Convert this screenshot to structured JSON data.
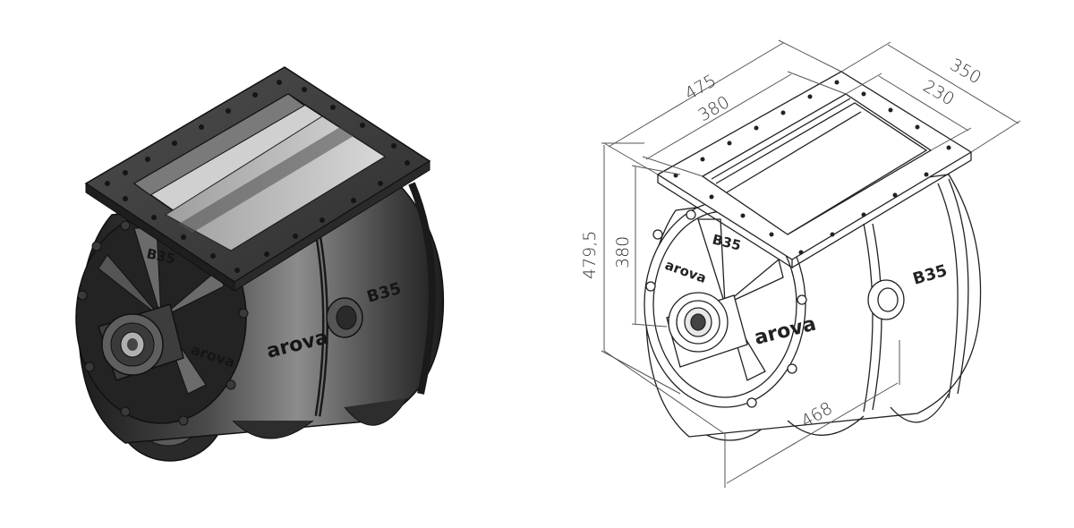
{
  "shaded_view": {
    "brand_marks": [
      "arova",
      "arova"
    ],
    "model_marks": [
      "B35",
      "B35"
    ]
  },
  "line_drawing": {
    "brand_marks": [
      "arova",
      "arova"
    ],
    "model_marks": [
      "B35",
      "B35"
    ],
    "dimensions": {
      "overall_length": "475",
      "inlet_length": "380",
      "overall_width": "350",
      "inlet_width": "230",
      "overall_height": "479,5",
      "body_height": "380",
      "body_length": "468"
    }
  },
  "colors": {
    "shaded_body": "#3a3a3a",
    "shaded_dark": "#1e1e1e",
    "shaded_light": "#8a8a8a",
    "line": "#222222",
    "dimension_line": "#555555"
  }
}
